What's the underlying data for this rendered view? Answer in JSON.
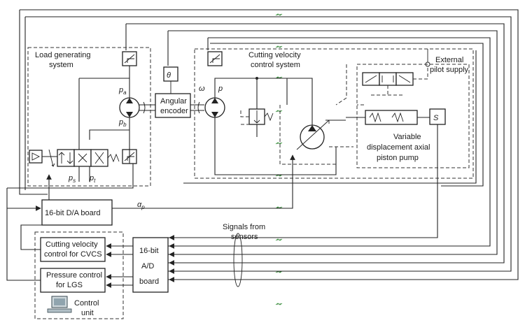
{
  "labels": {
    "load_group_line1": "Load generating",
    "load_group_line2": "system",
    "cutting_group_line1": "Cutting velocity",
    "cutting_group_line2": "control system",
    "external_line1": "External",
    "external_line2": "pilot supply",
    "encoder_line1": "Angular",
    "encoder_line2": "encoder",
    "pump_line1": "Variable",
    "pump_line2": "displacement axial",
    "pump_line3": "piston pump",
    "pa": "p",
    "pa_sub": "a",
    "pb": "p",
    "pb_sub": "b",
    "ps": "p",
    "ps_sub": "s",
    "pt": "p",
    "pt_sub": "t",
    "omega": "ω",
    "p_motor": "p",
    "theta": "θ",
    "alpha": "α",
    "alpha_sub": "p",
    "da_board": "16-bit D/A board",
    "signals_line1": "Signals from",
    "signals_line2": "sensors",
    "cvcs_line1": "Cutting velocity",
    "cvcs_line2": "control for CVCS",
    "lgs_line1": "Pressure control",
    "lgs_line2": "for LGS",
    "ad_line1": "16-bit",
    "ad_line2": "A/D",
    "ad_line3": "board",
    "control_line1": "Control",
    "control_line2": "unit"
  },
  "colors": {
    "line": "#222222",
    "background": "#ffffff",
    "watermark_tick": "#4caf50"
  },
  "icons": [
    "pressure-transducer-icon",
    "angle-sensor-icon",
    "hydraulic-motor-icon",
    "variable-pump-icon",
    "servo-valve-icon",
    "relief-valve-icon",
    "computer-icon"
  ]
}
